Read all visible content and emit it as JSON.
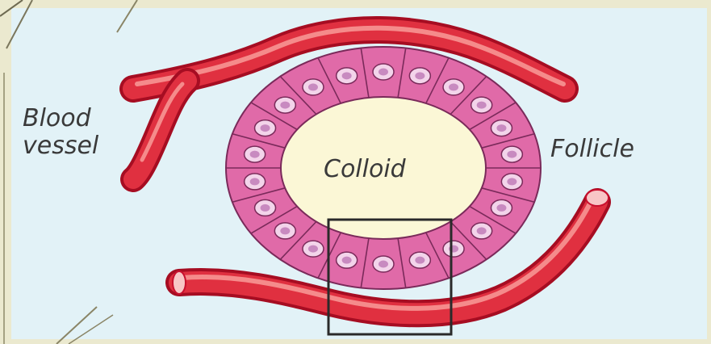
{
  "diagram": {
    "labels": {
      "blood_vessel_line1": "Blood",
      "blood_vessel_line2": "vessel",
      "follicle": "Follicle",
      "colloid": "Colloid"
    },
    "colors": {
      "background": "#e2f2f7",
      "frame": "#ebe9cf",
      "vessel_dark": "#c8102e",
      "vessel_light": "#f26b6b",
      "cell_fill": "#e06aa8",
      "cell_outline": "#7a2a5a",
      "nucleus_fill": "#f3d4ea",
      "colloid_fill": "#fbf7d6",
      "text": "#3a3a3a"
    }
  }
}
